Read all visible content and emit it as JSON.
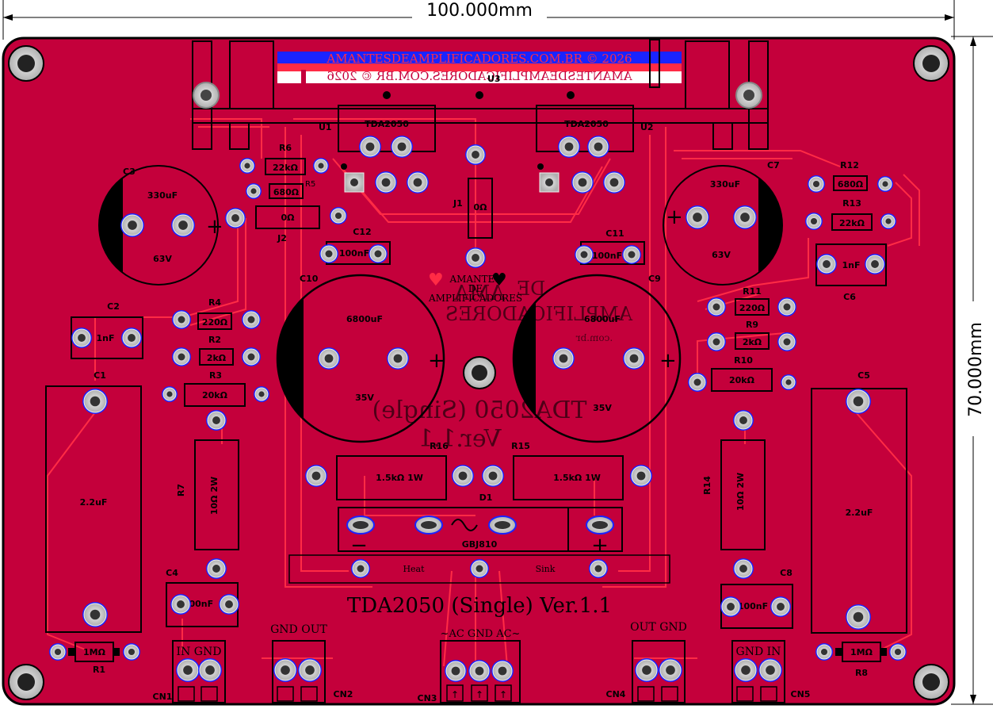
{
  "dimensions": {
    "width": "100.000mm",
    "height": "70.000mm"
  },
  "colors": {
    "board": "#c4003b",
    "trace": "#ff2b45",
    "pad": "#c8c8c8",
    "silkscreen": "#000000",
    "via": "#1a24ff"
  },
  "branding": {
    "banner": "AMANTESDEAMPLIFICADORES.COM.BR © 2026",
    "banner_mirror": "AMANTESDEAMPLIFICADORES.COM.BR © 2026",
    "logo_line1": "AMANTES",
    "logo_line2": "DE",
    "logo_line3": "AMPLIFICADORES",
    "mirror_text_1": "AMA",
    "mirror_text_2": "DE",
    "mirror_text_3": "AMPLIFICADORES",
    "mirror_text_4": ".com.br",
    "mirror_title": "TDA2050 (Single)",
    "mirror_version": "Ver.1.1"
  },
  "title": "TDA2050 (Single) Ver.1.1",
  "heatsink": {
    "label": "U3",
    "heat": "Heat",
    "sink": "Sink"
  },
  "chips": {
    "u1_ref": "U1",
    "u1_val": "TDA2050",
    "u2_ref": "U2",
    "u2_val": "TDA2050"
  },
  "capacitors": {
    "c3": {
      "ref": "C3",
      "val": "330uF",
      "volt": "63V"
    },
    "c7": {
      "ref": "C7",
      "val": "330uF",
      "volt": "63V"
    },
    "c10": {
      "ref": "C10",
      "val": "6800uF",
      "volt": "35V"
    },
    "c9": {
      "ref": "C9",
      "val": "6800uF",
      "volt": "35V"
    },
    "c12": {
      "ref": "C12",
      "val": "100nF"
    },
    "c11": {
      "ref": "C11",
      "val": "100nF"
    },
    "c2": {
      "ref": "C2",
      "val": "1nF"
    },
    "c6": {
      "ref": "C6",
      "val": "1nF"
    },
    "c1": {
      "ref": "C1",
      "val": "2.2uF"
    },
    "c5": {
      "ref": "C5",
      "val": "2.2uF"
    },
    "c4": {
      "ref": "C4",
      "val": "100nF"
    },
    "c8": {
      "ref": "C8",
      "val": "100nF"
    }
  },
  "resistors": {
    "r6": {
      "ref": "R6",
      "val": "22kΩ"
    },
    "r5": {
      "ref": "R5",
      "val": "680Ω"
    },
    "r12": {
      "ref": "R12",
      "val": "680Ω"
    },
    "r13": {
      "ref": "R13",
      "val": "22kΩ"
    },
    "r4": {
      "ref": "R4",
      "val": "220Ω"
    },
    "r2": {
      "ref": "R2",
      "val": "2kΩ"
    },
    "r3": {
      "ref": "R3",
      "val": "20kΩ"
    },
    "r11": {
      "ref": "R11",
      "val": "220Ω"
    },
    "r9": {
      "ref": "R9",
      "val": "2kΩ"
    },
    "r10": {
      "ref": "R10",
      "val": "20kΩ"
    },
    "r16": {
      "ref": "R16",
      "val": "1.5kΩ 1W"
    },
    "r15": {
      "ref": "R15",
      "val": "1.5kΩ 1W"
    },
    "r7": {
      "ref": "R7",
      "val": "10Ω 2W"
    },
    "r14": {
      "ref": "R14",
      "val": "10Ω 2W"
    },
    "r1": {
      "ref": "R1",
      "val": "1MΩ"
    },
    "r8": {
      "ref": "R8",
      "val": "1MΩ"
    }
  },
  "jumpers": {
    "j1": {
      "ref": "J1",
      "val": "0Ω"
    },
    "j2": {
      "ref": "J2",
      "val": "0Ω"
    }
  },
  "bridge": {
    "ref": "D1",
    "val": "GBJ810",
    "minus": "−",
    "plus": "+"
  },
  "connectors": {
    "cn1": {
      "ref": "CN1",
      "label": "IN GND"
    },
    "cn2": {
      "ref": "CN2",
      "label": "GND OUT"
    },
    "cn3": {
      "ref": "CN3",
      "label": "~AC GND AC~"
    },
    "cn4": {
      "ref": "CN4",
      "label": "OUT GND"
    },
    "cn5": {
      "ref": "CN5",
      "label": "GND IN"
    }
  }
}
